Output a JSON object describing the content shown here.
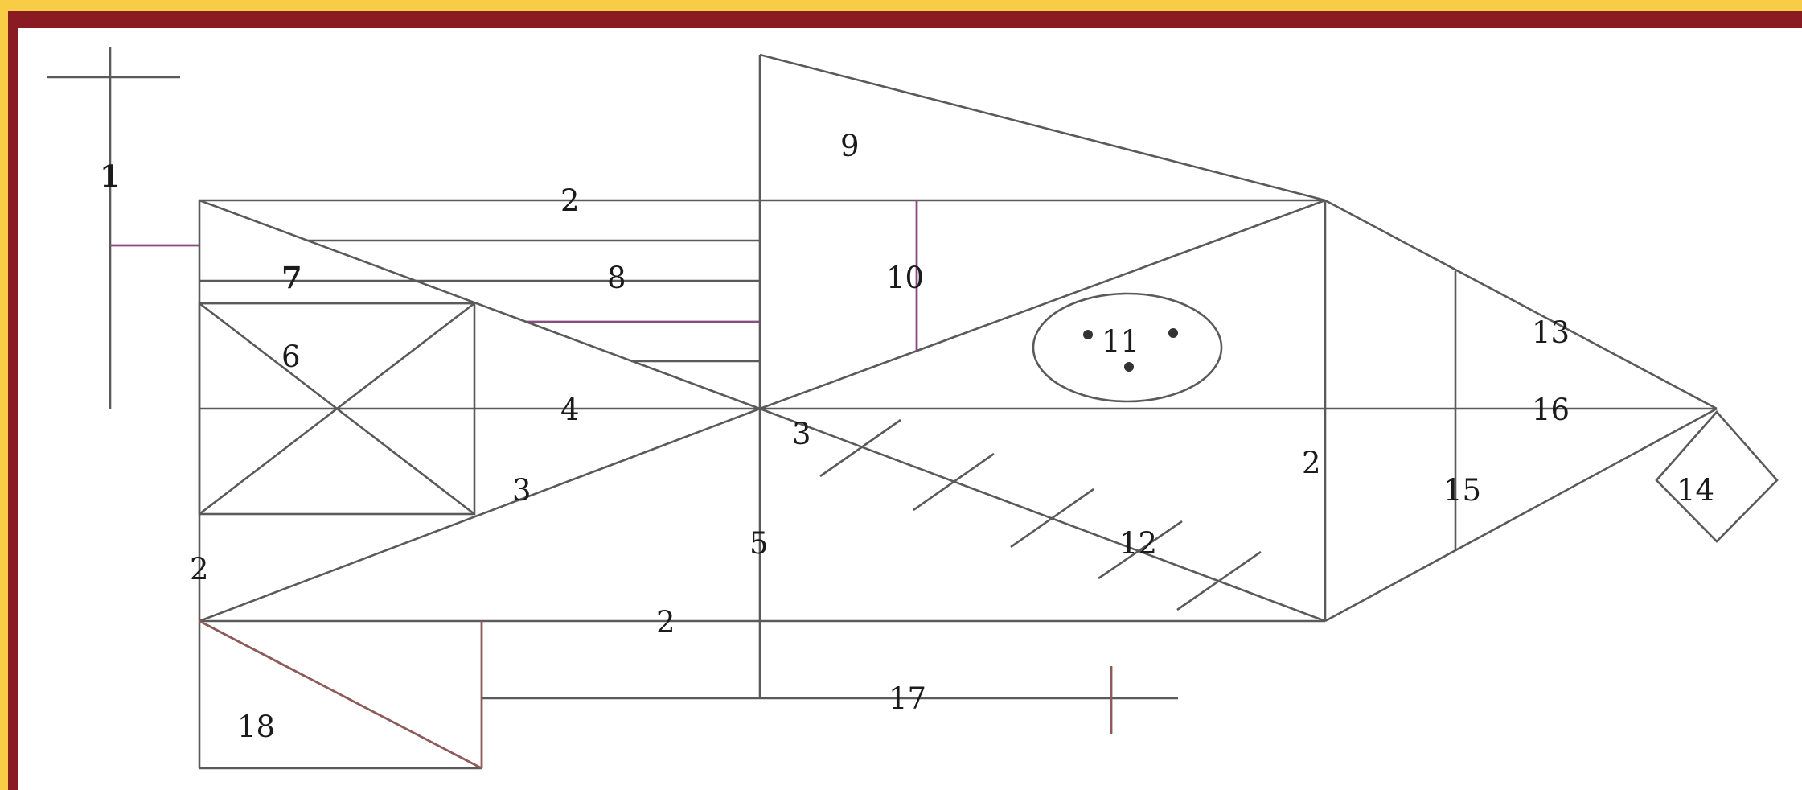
{
  "diagram": {
    "labels": {
      "l1": "1",
      "l2_top": "2",
      "l2_left": "2",
      "l2_bottom": "2",
      "l2_right": "2",
      "l3_left": "3",
      "l3_center": "3",
      "l4": "4",
      "l5": "5",
      "l6": "6",
      "l7": "7",
      "l8": "8",
      "l9": "9",
      "l10": "10",
      "l11": "11",
      "l12": "12",
      "l13": "13",
      "l14": "14",
      "l15": "15",
      "l16": "16",
      "l17": "17",
      "l18": "18"
    },
    "colors": {
      "border_yellow": "#fdd247",
      "border_maroon": "#8b1b22",
      "background": "#ffffff",
      "line": "#5a5a5a",
      "accent_purple": "#8a4d82"
    }
  }
}
